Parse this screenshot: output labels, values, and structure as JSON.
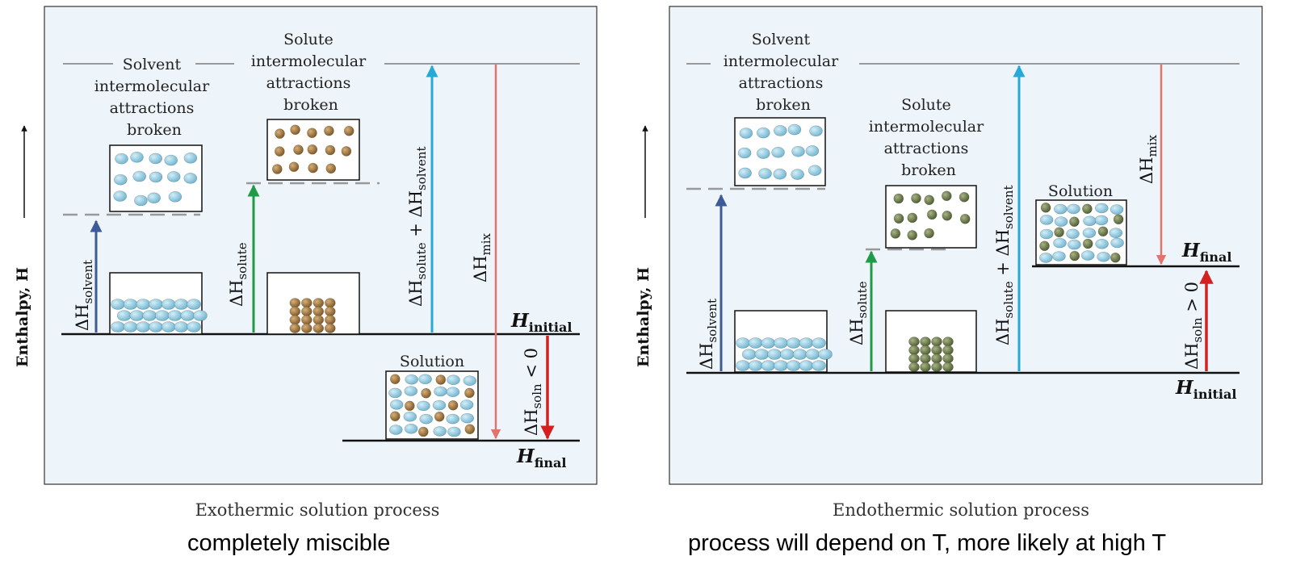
{
  "common": {
    "y_axis_label": "Enthalpy, H",
    "delta_h_solvent": {
      "base": "ΔH",
      "sub": "solvent"
    },
    "delta_h_solute": {
      "base": "ΔH",
      "sub": "solute"
    },
    "delta_h_mix": {
      "base": "ΔH",
      "sub": "mix"
    },
    "sum_parts": [
      "ΔH",
      "solute",
      " + ΔH",
      "solvent"
    ],
    "h_initial": {
      "base": "H",
      "sub": "initial"
    },
    "h_final": {
      "base": "H",
      "sub": "final"
    }
  },
  "left_panel": {
    "solvent_caption": [
      "Solvent",
      "intermolecular",
      "attractions",
      "broken"
    ],
    "solute_caption": [
      "Solute",
      "intermolecular",
      "attractions",
      "broken"
    ],
    "solution_label": "Solution",
    "delta_h_soln": {
      "base": "ΔH",
      "sub": "soln",
      "rel": " < 0"
    },
    "caption": "Exothermic solution process",
    "note": "completely miscible"
  },
  "right_panel": {
    "solvent_caption": [
      "Solvent",
      "intermolecular",
      "attractions",
      "broken"
    ],
    "solute_caption": [
      "Solute",
      "intermolecular",
      "attractions",
      "broken"
    ],
    "solution_label": "Solution",
    "delta_h_soln": {
      "base": "ΔH",
      "sub": "soln",
      "rel": " > 0"
    },
    "caption": "Endothermic solution process",
    "note": "process will depend on T, more likely at high T"
  },
  "colors": {
    "panel_bg": "#eef5fa",
    "solvent_particle": "#8ec9df",
    "solute_particle_left": "#a2773e",
    "solute_particle_right": "#6d7b4e",
    "arrow_solvent": "#3d5a99",
    "arrow_solute": "#1f9a46",
    "arrow_sum": "#26a9d9",
    "arrow_mix": "#e0736b",
    "arrow_soln": "#d42020"
  }
}
